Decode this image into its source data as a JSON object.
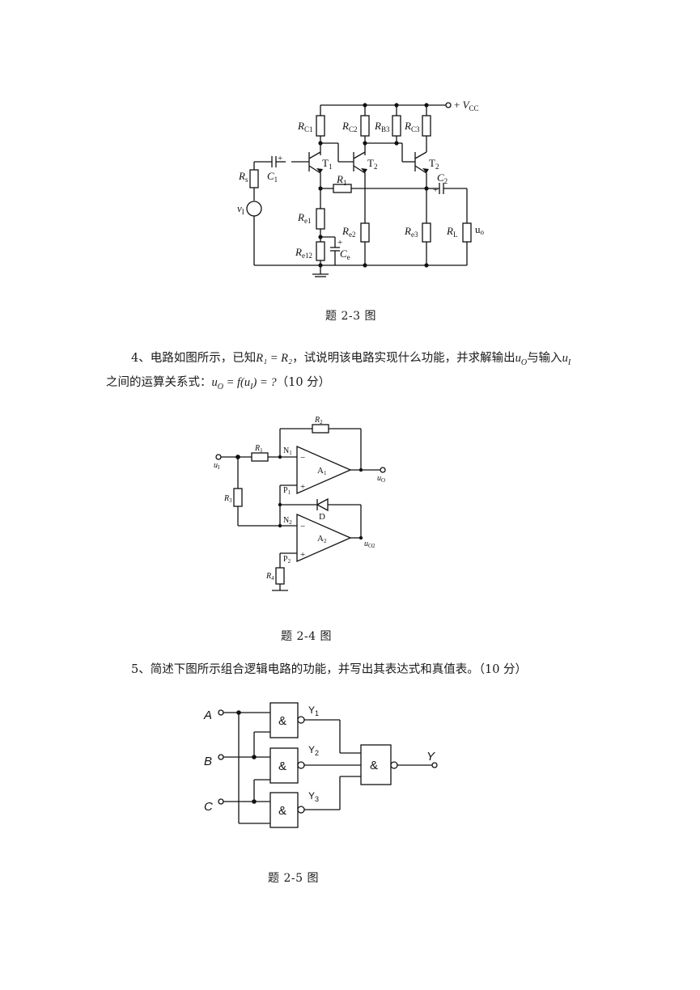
{
  "fig23": {
    "caption": "题 2-3 图",
    "labels": {
      "vcc": "+",
      "vcc_v": "V",
      "vcc_sub": "CC",
      "rc1": "R",
      "rc1_sub": "C1",
      "rc2": "R",
      "rc2_sub": "C2",
      "rb3": "R",
      "rb3_sub": "B3",
      "rc3": "R",
      "rc3_sub": "C3",
      "t1": "T",
      "t1_sub": "1",
      "t2a": "T",
      "t2a_sub": "2",
      "t2b": "T",
      "t2b_sub": "2",
      "rs": "R",
      "rs_sub": "s",
      "c1": "C",
      "c1_sub": "1",
      "c1_plus": "+",
      "r1": "R",
      "r1_sub": "1",
      "c2": "C",
      "c2_sub": "2",
      "c2_plus": "+",
      "vi": "v",
      "vi_sub": "I",
      "re1": "R",
      "re1_sub": "e1",
      "re2": "R",
      "re2_sub": "e2",
      "re3": "R",
      "re3_sub": "e3",
      "rl": "R",
      "rl_sub": "L",
      "uo": "u",
      "uo_sub": "o",
      "re12": "R",
      "re12_sub": "e12",
      "ce": "C",
      "ce_sub": "e",
      "ce_plus": "+"
    }
  },
  "q4": {
    "line1_prefix": "4、电路如图所示，已知",
    "cond": "R₁ = R₂",
    "line1_mid": "，试说明该电路实现什么功能，并求解输出",
    "uo": "u",
    "uo_sub": "O",
    "line1_mid2": "与输入",
    "ui": "u",
    "ui_sub": "I",
    "line2_prefix": "之间的运算关系式：",
    "formula": "u_O = f(u_I) = ?",
    "formula_lhs": "u",
    "formula_lhs_sub": "O",
    "formula_mid": " = f(u",
    "formula_in_sub": "I",
    "formula_end": ") = ?",
    "points": "（10 分）"
  },
  "fig24": {
    "caption": "题 2-4 图",
    "labels": {
      "r2": "R",
      "r2_sub": "2",
      "r1": "R",
      "r1_sub": "1",
      "n1": "N",
      "n1_sub": "1",
      "a1": "A",
      "a1_sub": "1",
      "minus1": "−",
      "plus1": "+",
      "p1": "P",
      "p1_sub": "1",
      "ui": "u",
      "ui_sub": "I",
      "uo": "u",
      "uo_sub": "O",
      "r3": "R",
      "r3_sub": "3",
      "d": "D",
      "n2": "N",
      "n2_sub": "2",
      "a2": "A",
      "a2_sub": "2",
      "minus2": "−",
      "plus2": "+",
      "uo2": "u",
      "uo2_sub": "O2",
      "p2": "P",
      "p2_sub": "2",
      "r4": "R",
      "r4_sub": "4"
    }
  },
  "q5": {
    "text": "5、简述下图所示组合逻辑电路的功能，并写出其表达式和真值表。（10 分）"
  },
  "fig25": {
    "caption": "题 2-5 图",
    "labels": {
      "a": "A",
      "b": "B",
      "c": "C",
      "y1": "Y",
      "y1_sub": "1",
      "y2": "Y",
      "y2_sub": "2",
      "y3": "Y",
      "y3_sub": "3",
      "y": "Y",
      "and1": "&",
      "and2": "&",
      "and3": "&",
      "and4": "&"
    }
  }
}
